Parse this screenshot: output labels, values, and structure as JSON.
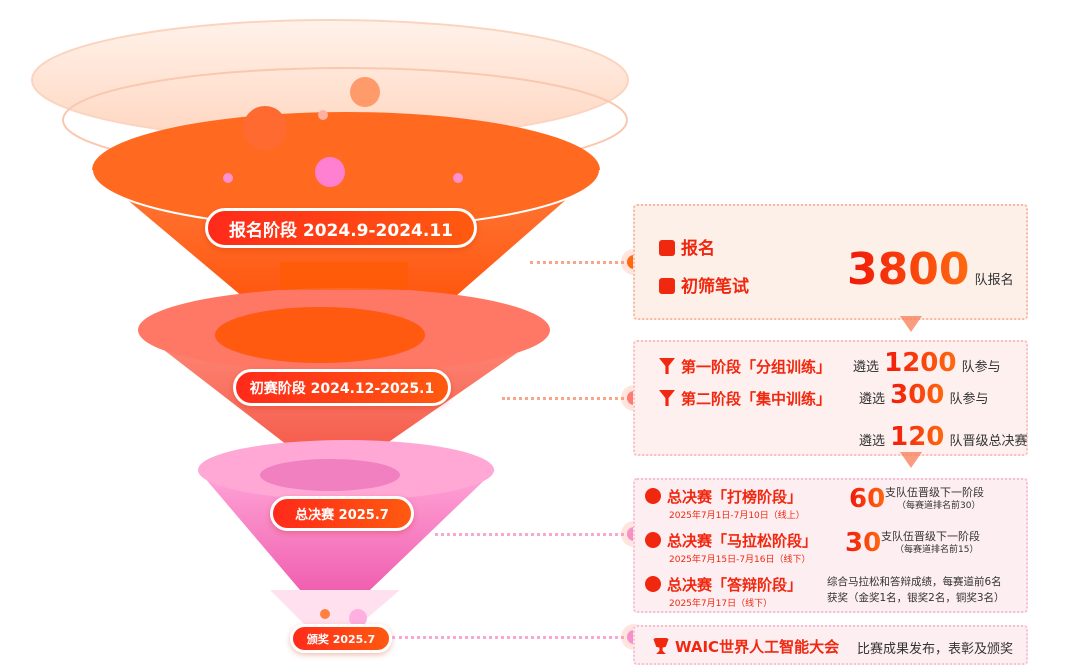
{
  "stages": [
    {
      "label": "报名阶段 2024.9-2024.11"
    },
    {
      "label": "初赛阶段 2024.12-2025.1"
    },
    {
      "label": "总决赛 2025.7"
    },
    {
      "label": "颁奖 2025.7"
    }
  ],
  "box1": {
    "item1": "报名",
    "item2": "初筛笔试",
    "count": "3800",
    "count_suffix": "队报名"
  },
  "box2": {
    "phase1": "第一阶段「分组训练」",
    "phase1_prefix": "遴选",
    "phase1_count": "1200",
    "phase1_suffix": "队参与",
    "phase2": "第二阶段「集中训练」",
    "phase2_prefix": "遴选",
    "phase2_count": "300",
    "phase2_suffix": "队参与",
    "final_prefix": "遴选",
    "final_count": "120",
    "final_suffix": "队晋级总决赛"
  },
  "box3": {
    "rows": [
      {
        "title": "总决赛「打榜阶段」",
        "date": "2025年7月1日-7月10日（线上）"
      },
      {
        "title": "总决赛「马拉松阶段」",
        "date": "2025年7月15日-7月16日（线下）"
      },
      {
        "title": "总决赛「答辩阶段」",
        "date": "2025年7月17日（线下）"
      }
    ],
    "r1_count": "60",
    "r1_text": "支队伍晋级下一阶段",
    "r1_note": "（每赛道排名前30）",
    "r2_count": "30",
    "r2_text": "支队伍晋级下一阶段",
    "r2_note": "（每赛道排名前15）",
    "r3_line1": "综合马拉松和答辩成绩，每赛道前6名",
    "r3_line2": "获奖（金奖1名，银奖2名，铜奖3名）"
  },
  "box4": {
    "title": "WAIC世界人工智能大会",
    "text": "比赛成果发布，表彰及颁奖"
  }
}
